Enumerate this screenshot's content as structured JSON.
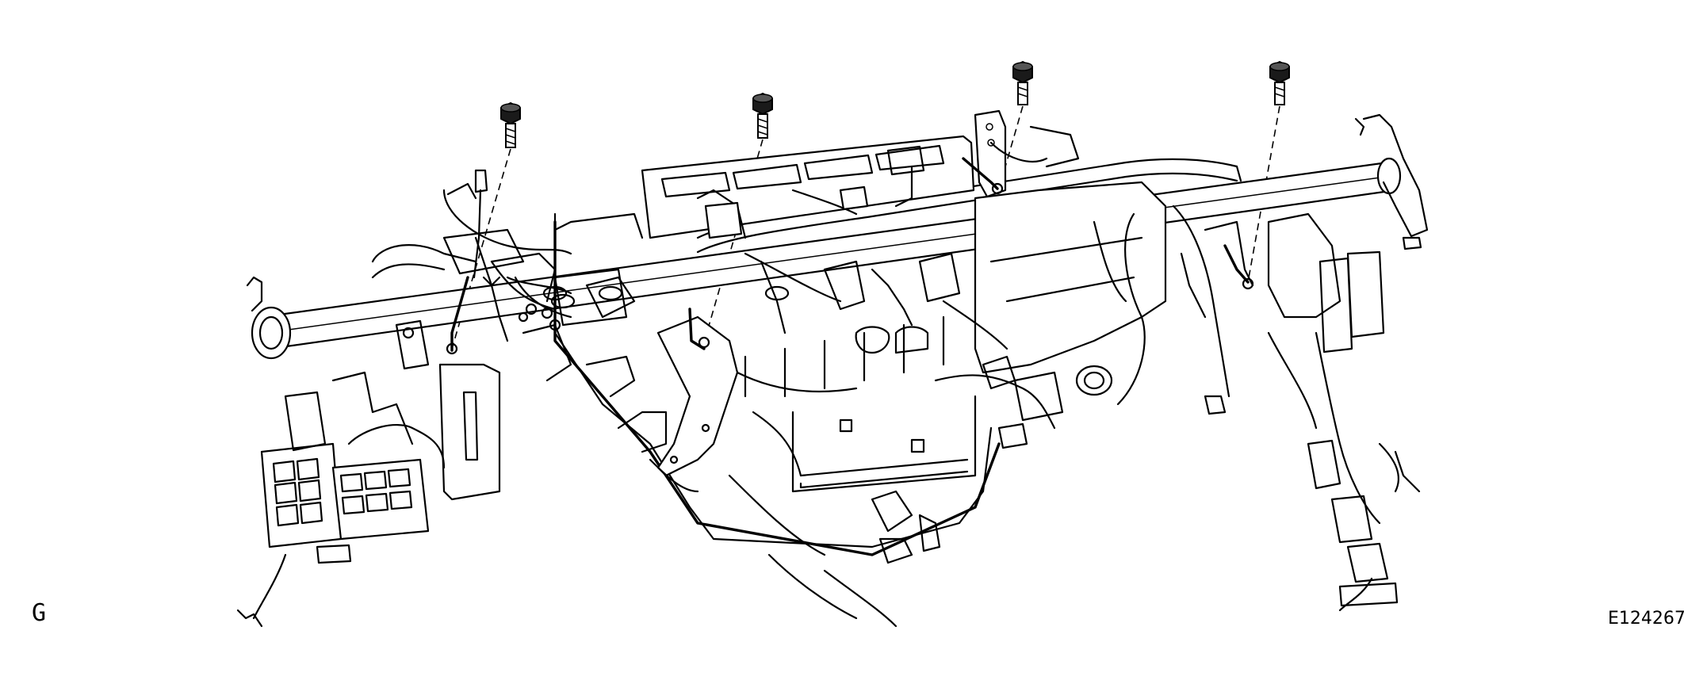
{
  "view_label": "G",
  "figure_id": "E124267",
  "bolts": [
    {
      "id": "bolt-1"
    },
    {
      "id": "bolt-2"
    },
    {
      "id": "bolt-3"
    },
    {
      "id": "bolt-4"
    }
  ]
}
